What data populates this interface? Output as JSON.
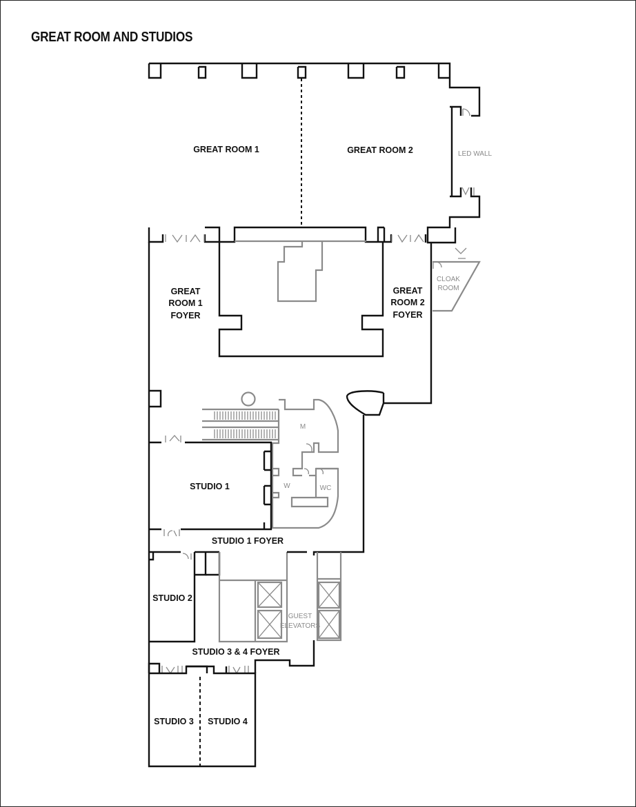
{
  "title": "GREAT ROOM AND STUDIOS",
  "rooms": {
    "great_room_1": "GREAT ROOM 1",
    "great_room_2": "GREAT ROOM 2",
    "led_wall": "LED WALL",
    "gr1_foyer": [
      "GREAT",
      "ROOM 1",
      "FOYER"
    ],
    "gr2_foyer": [
      "GREAT",
      "ROOM 2",
      "FOYER"
    ],
    "cloak_room": [
      "CLOAK",
      "ROOM"
    ],
    "m": "M",
    "w": "W",
    "wc": "WC",
    "studio_1": "STUDIO 1",
    "studio_1_foyer": "STUDIO 1 FOYER",
    "studio_2": "STUDIO 2",
    "guest_elevators": [
      "GUEST",
      "ELEVATORS"
    ],
    "studio_34_foyer": "STUDIO 3 & 4 FOYER",
    "studio_3": "STUDIO 3",
    "studio_4": "STUDIO 4"
  }
}
